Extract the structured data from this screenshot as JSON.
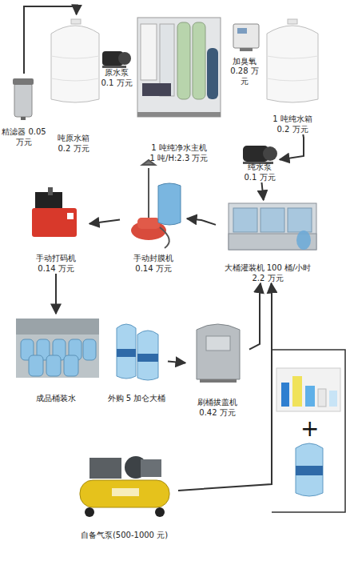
{
  "diagram": {
    "nodes": [
      {
        "text": [
          "精滤器 0.05 万元"
        ]
      },
      {
        "text": [
          "吨原水箱",
          "0.2 万元"
        ]
      },
      {
        "text": [
          "原水泵",
          "0.1 万元"
        ]
      },
      {
        "text": [
          "1 吨纯净水主机",
          "1 吨/H:2.3 万元"
        ]
      },
      {
        "text": [
          "加臭氧",
          "0.28 万元"
        ]
      },
      {
        "text": [
          "1 吨纯水箱",
          "0.2 万元"
        ]
      },
      {
        "text": [
          "纯水泵",
          "0.1 万元"
        ]
      },
      {
        "text": [
          "大桶灌装机 100 桶/小时",
          "2.2 万元"
        ]
      },
      {
        "text": [
          "手动封膜机",
          "0.14 万元"
        ]
      },
      {
        "text": [
          "手动打码机",
          "0.14 万元"
        ]
      },
      {
        "text": [
          "成品桶装水"
        ]
      },
      {
        "text": [
          "外购 5 加仑大桶"
        ]
      },
      {
        "text": [
          "刷桶拔盖机",
          "0.42 万元"
        ]
      },
      {
        "text": [
          "自备气泵(500-1000 元)"
        ]
      }
    ],
    "edges": [
      {
        "from": 0,
        "to": 1,
        "arrow": "to"
      },
      {
        "from": 5,
        "to": 6,
        "arrow": "to"
      },
      {
        "from": 6,
        "to": 7,
        "arrow": "to"
      },
      {
        "from": 7,
        "to": 8,
        "arrow": "to"
      },
      {
        "from": 8,
        "to": 9,
        "arrow": "to"
      },
      {
        "from": 9,
        "to": 10,
        "arrow": "to"
      },
      {
        "from": 11,
        "to": 12,
        "arrow": "to"
      },
      {
        "from": 12,
        "to": 7,
        "arrow": "to"
      },
      {
        "from": 13,
        "to": 7,
        "arrow": "to"
      }
    ],
    "labels": [
      "+"
    ]
  }
}
